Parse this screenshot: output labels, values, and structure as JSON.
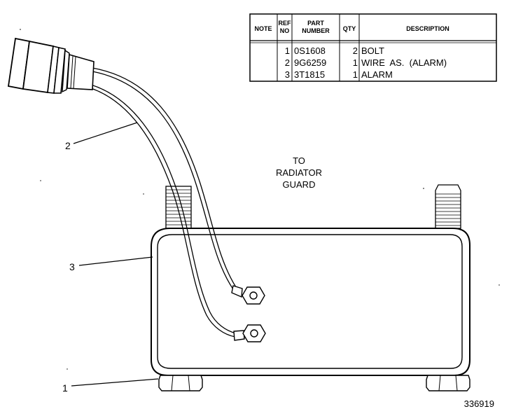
{
  "parts_table": {
    "headers": {
      "note": "NOTE",
      "ref_no": [
        "REF",
        "NO"
      ],
      "part_number": [
        "PART",
        "NUMBER"
      ],
      "qty": "QTY",
      "description": "DESCRIPTION"
    },
    "rows": [
      {
        "ref": "1",
        "part": "0S1608",
        "qty": "2",
        "desc": "BOLT"
      },
      {
        "ref": "2",
        "part": "9G6259",
        "qty": "1",
        "desc": "WIRE  AS.  (ALARM)"
      },
      {
        "ref": "3",
        "part": "3T1815",
        "qty": "1",
        "desc": "ALARM"
      }
    ]
  },
  "callouts": [
    "2",
    "3",
    "1"
  ],
  "note_label": [
    "TO",
    "RADIATOR",
    "GUARD"
  ],
  "figure_number": "336919"
}
